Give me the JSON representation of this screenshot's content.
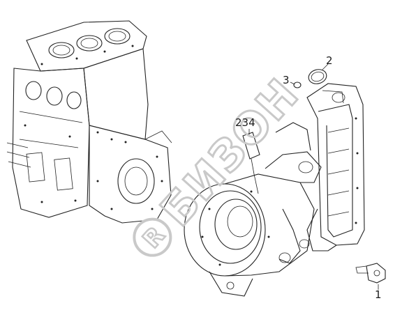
{
  "watermark": {
    "text": "БИЗОН",
    "color": "#c9c9c9"
  },
  "callouts": [
    {
      "id": "1",
      "label": "1"
    },
    {
      "id": "2",
      "label": "2"
    },
    {
      "id": "3",
      "label": "3"
    },
    {
      "id": "4",
      "label": "234"
    }
  ],
  "icons": {
    "watermark_logo": "registered-circle-logo-icon"
  },
  "colors": {
    "line": "#222222",
    "background": "#ffffff"
  }
}
